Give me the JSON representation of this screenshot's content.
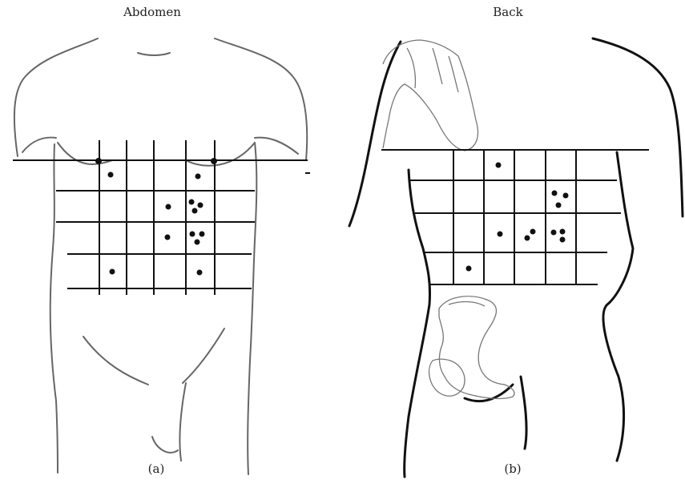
{
  "panel_a": {
    "title": "Abdomen",
    "caption": "(a)"
  },
  "panel_b": {
    "title": "Back",
    "caption": "(b)"
  }
}
